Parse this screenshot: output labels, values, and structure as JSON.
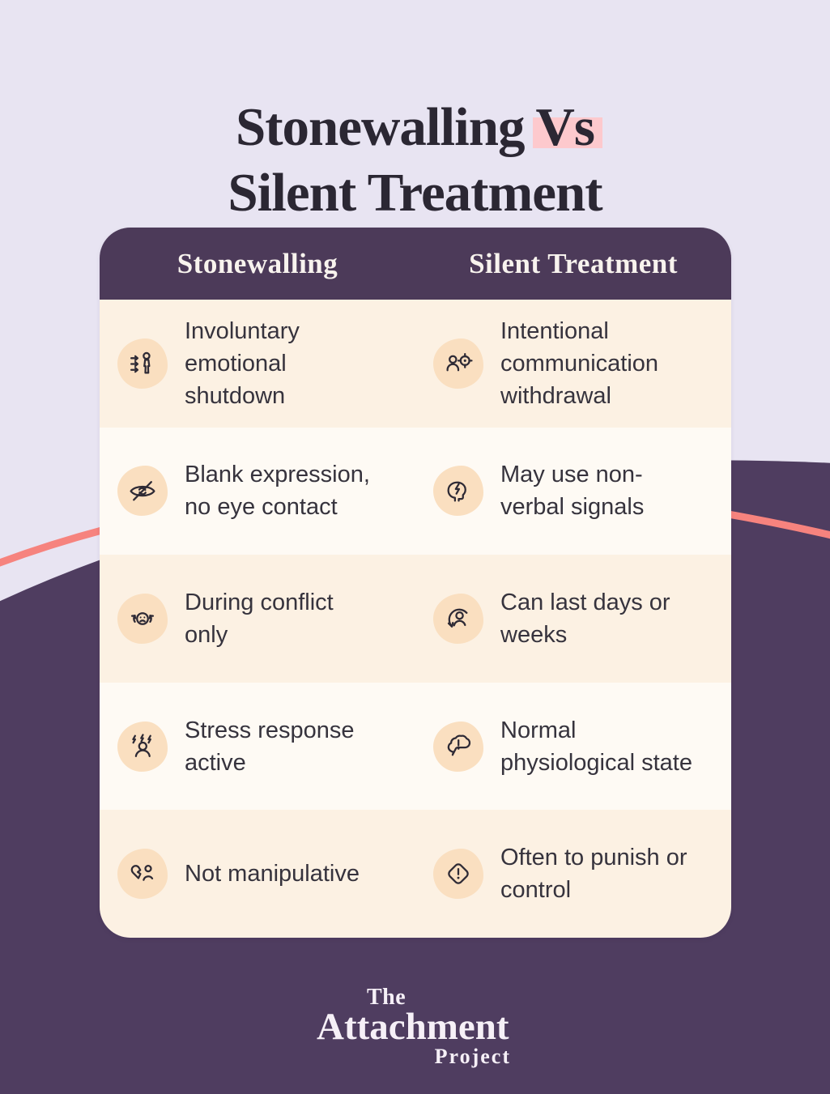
{
  "title": {
    "line1_main": "Stonewalling",
    "line1_highlight": "Vs",
    "line2": "Silent Treatment"
  },
  "table": {
    "columns": [
      {
        "header": "Stonewalling"
      },
      {
        "header": "Silent Treatment"
      }
    ],
    "rows": [
      {
        "left": {
          "icon": "person-pressure-icon",
          "text": "Involuntary\nemotional\nshutdown"
        },
        "right": {
          "icon": "person-target-icon",
          "text": "Intentional\ncommunication\nwithdrawal"
        }
      },
      {
        "left": {
          "icon": "eye-slash-icon",
          "text": "Blank expression,\nno eye contact"
        },
        "right": {
          "icon": "head-lightning-icon",
          "text": "May use non-\nverbal signals"
        }
      },
      {
        "left": {
          "icon": "sad-face-arrows-icon",
          "text": "During conflict\nonly"
        },
        "right": {
          "icon": "person-cycle-icon",
          "text": "Can last days or\nweeks"
        }
      },
      {
        "left": {
          "icon": "person-stress-icon",
          "text": "Stress response\nactive"
        },
        "right": {
          "icon": "speech-exclamation-icon",
          "text": "Normal\nphysiological state"
        }
      },
      {
        "left": {
          "icon": "broken-heart-person-icon",
          "text": "Not manipulative"
        },
        "right": {
          "icon": "warning-diamond-icon",
          "text": "Often to punish or\ncontrol"
        }
      }
    ]
  },
  "footer": {
    "logo_line1": "The",
    "logo_line2": "Attachment",
    "logo_line3": "Project"
  },
  "colors": {
    "page_background": "#e8e4f2",
    "dark_purple": "#4f3d60",
    "header_purple": "#4c3a59",
    "row_cream_dark": "#fcf1e3",
    "row_cream_light": "#fefaf4",
    "icon_blob_peach": "#fadfc0",
    "vs_highlight_pink": "#fdc9cd",
    "curve_salmon": "#f6837e",
    "text_dark": "#36333d",
    "logo_white": "#f6f0f7"
  }
}
